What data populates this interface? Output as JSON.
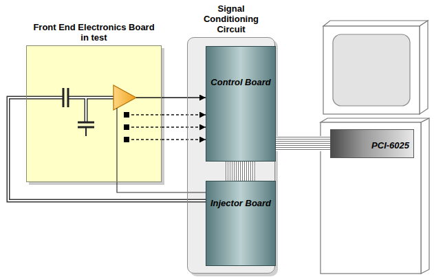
{
  "diagram": {
    "nodes": [
      {
        "text": [
          "Front End Electronics Board in test"
        ]
      },
      {
        "text": [
          "Signal Conditioning Circuit"
        ]
      },
      {
        "text": [
          "Control Board"
        ],
        "in": 1
      },
      {
        "text": [
          "Injector Board"
        ],
        "in": 1
      },
      {
        "text": [
          "PCI-6025"
        ]
      }
    ],
    "edges": [
      {
        "from": 0,
        "to": 2,
        "arrow": "to"
      },
      {
        "from": 0,
        "to": 2,
        "arrow": "to"
      },
      {
        "from": 0,
        "to": 2,
        "arrow": "to"
      },
      {
        "from": 0,
        "to": 2,
        "arrow": "to"
      },
      {
        "from": 2,
        "to": 4,
        "arrow": "none"
      },
      {
        "from": 2,
        "to": 3,
        "arrow": "none"
      },
      {
        "from": 3,
        "to": 0,
        "arrow": "none"
      },
      {
        "from": 3,
        "to": 0,
        "arrow": "none"
      }
    ]
  }
}
